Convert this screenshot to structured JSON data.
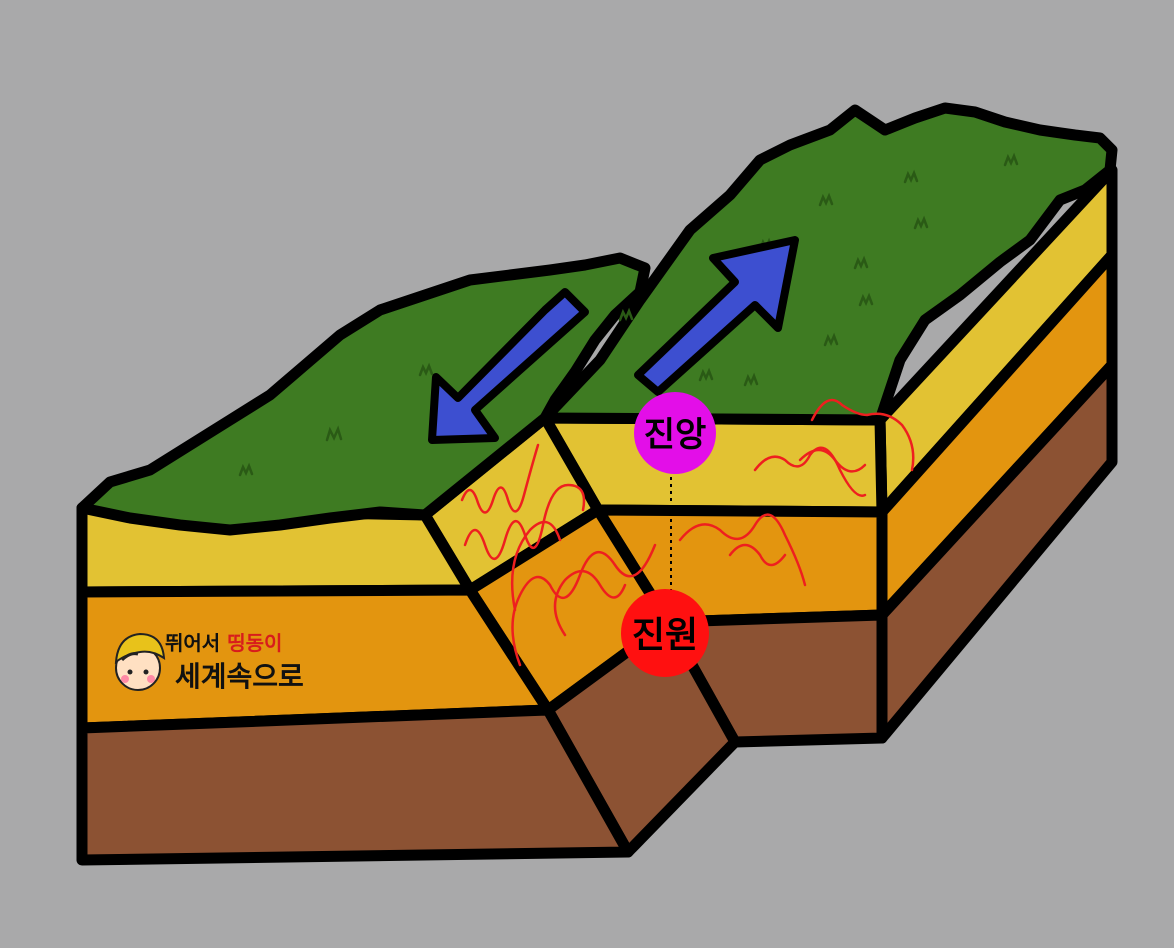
{
  "diagram": {
    "labels": {
      "epicenter": "진앙",
      "hypocenter": "진원"
    },
    "logo": {
      "line1_prefix": "뛰어서 ",
      "line1_highlight": "띵동이",
      "line2": "세계속으로"
    },
    "colors": {
      "background": "#a9a9aa",
      "grass": "#3e7b22",
      "yellow_layer": "#e2c233",
      "orange_layer": "#e3950f",
      "brown_layer": "#8c5233",
      "arrow": "#3d4fd0",
      "epicenter": "#e30ee8",
      "hypocenter": "#ff1010",
      "seismic_wave": "#ee1f1f"
    },
    "icons": [
      "double-headed-arrow-left-icon",
      "double-headed-arrow-right-icon",
      "seismic-wave-icon",
      "logo-face-icon"
    ]
  }
}
